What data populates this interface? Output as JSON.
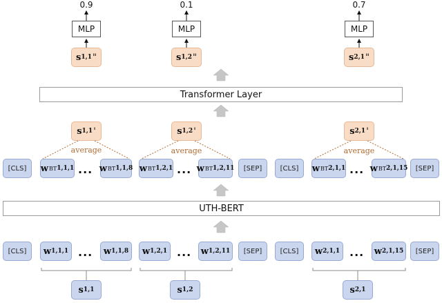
{
  "scores": [
    "0.9",
    "0.1",
    "0.7"
  ],
  "mlp_label": "MLP",
  "transformer_label": "Transformer Layer",
  "bert_label": "UTH-BERT",
  "average_label": "average",
  "cls_label": "[CLS]",
  "sep_label": "[SEP]",
  "ellipsis": "...",
  "sentence_groups": [
    {
      "first_word": {
        "base": "w",
        "sub": "1,1,1"
      },
      "last_word": {
        "base": "w",
        "sub": "1,1,8"
      },
      "sentence": {
        "base": "s",
        "sub": "1,1"
      },
      "pooled_mark": "'",
      "final_mark": "\""
    },
    {
      "first_word": {
        "base": "w",
        "sub": "1,2,1"
      },
      "last_word": {
        "base": "w",
        "sub": "1,2,11"
      },
      "sentence": {
        "base": "s",
        "sub": "1,2"
      },
      "pooled_mark": "'",
      "final_mark": "\""
    },
    {
      "first_word": {
        "base": "w",
        "sub": "2,1,1"
      },
      "last_word": {
        "base": "w",
        "sub": "2,1,15"
      },
      "sentence": {
        "base": "s",
        "sub": "2,1"
      },
      "pooled_mark": "'",
      "final_mark": "\""
    }
  ],
  "bt_superscript": "BT",
  "colors": {
    "token_fill": "#c9d6ee",
    "token_border": "#96a9d2",
    "sentence_fill": "#f9dcc6",
    "sentence_border": "#e7b896",
    "average_text": "#b06b2f",
    "up_arrow": "#c6c6c6"
  }
}
